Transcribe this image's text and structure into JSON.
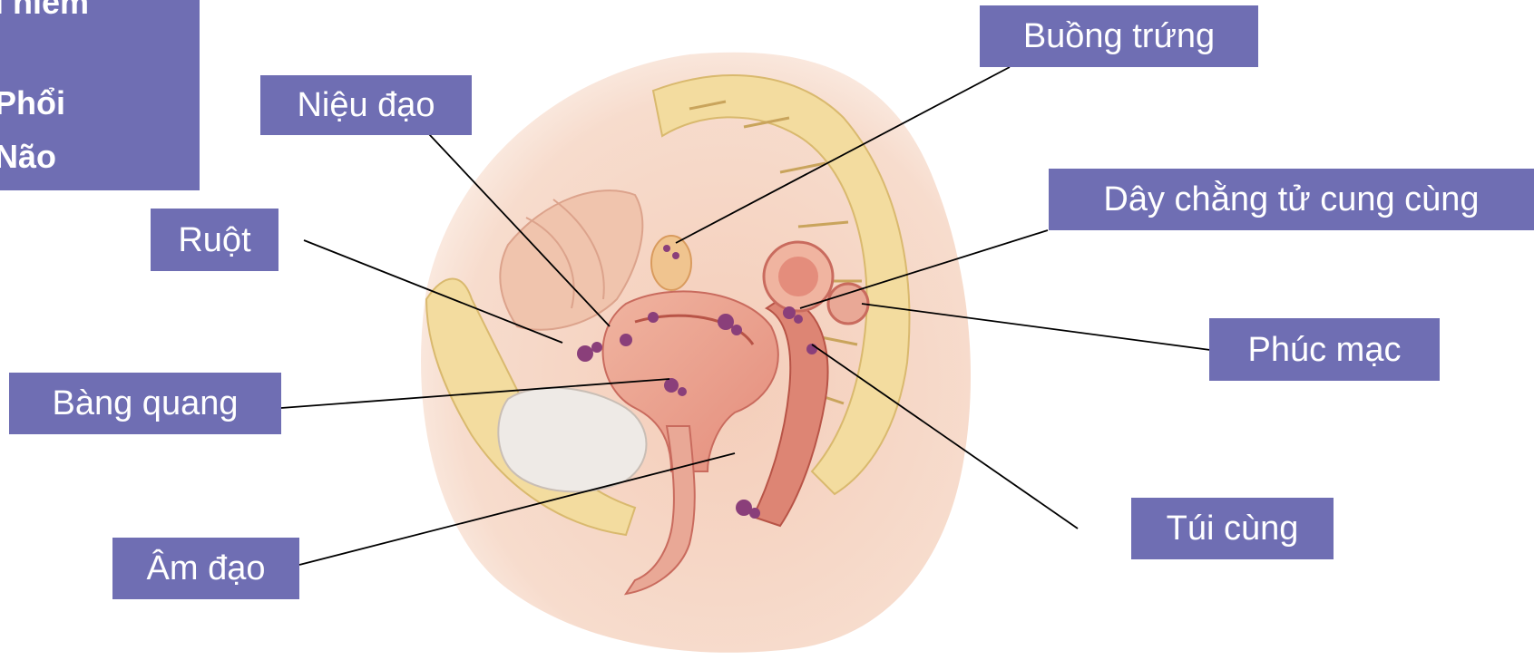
{
  "info_box": {
    "lines": [
      "i hiểm",
      "Phổi",
      "Não"
    ]
  },
  "labels": {
    "urethra": "Niệu đạo",
    "ovary": "Buồng trứng",
    "intestine": "Ruột",
    "uterosacral_ligament": "Dây chằng tử cung cùng",
    "peritoneum": "Phúc mạc",
    "bladder": "Bàng quang",
    "pouch": "Túi cùng",
    "vagina": "Âm đạo"
  },
  "colors": {
    "label_bg": "#6f6eb3",
    "label_text": "#ffffff",
    "leader_line": "#000000",
    "tissue_pink": "#f2c9b4",
    "bone_yellow": "#f3dc9f",
    "muscle_red": "#d9786a",
    "endometriosis_spots": "#8a3f7a"
  }
}
